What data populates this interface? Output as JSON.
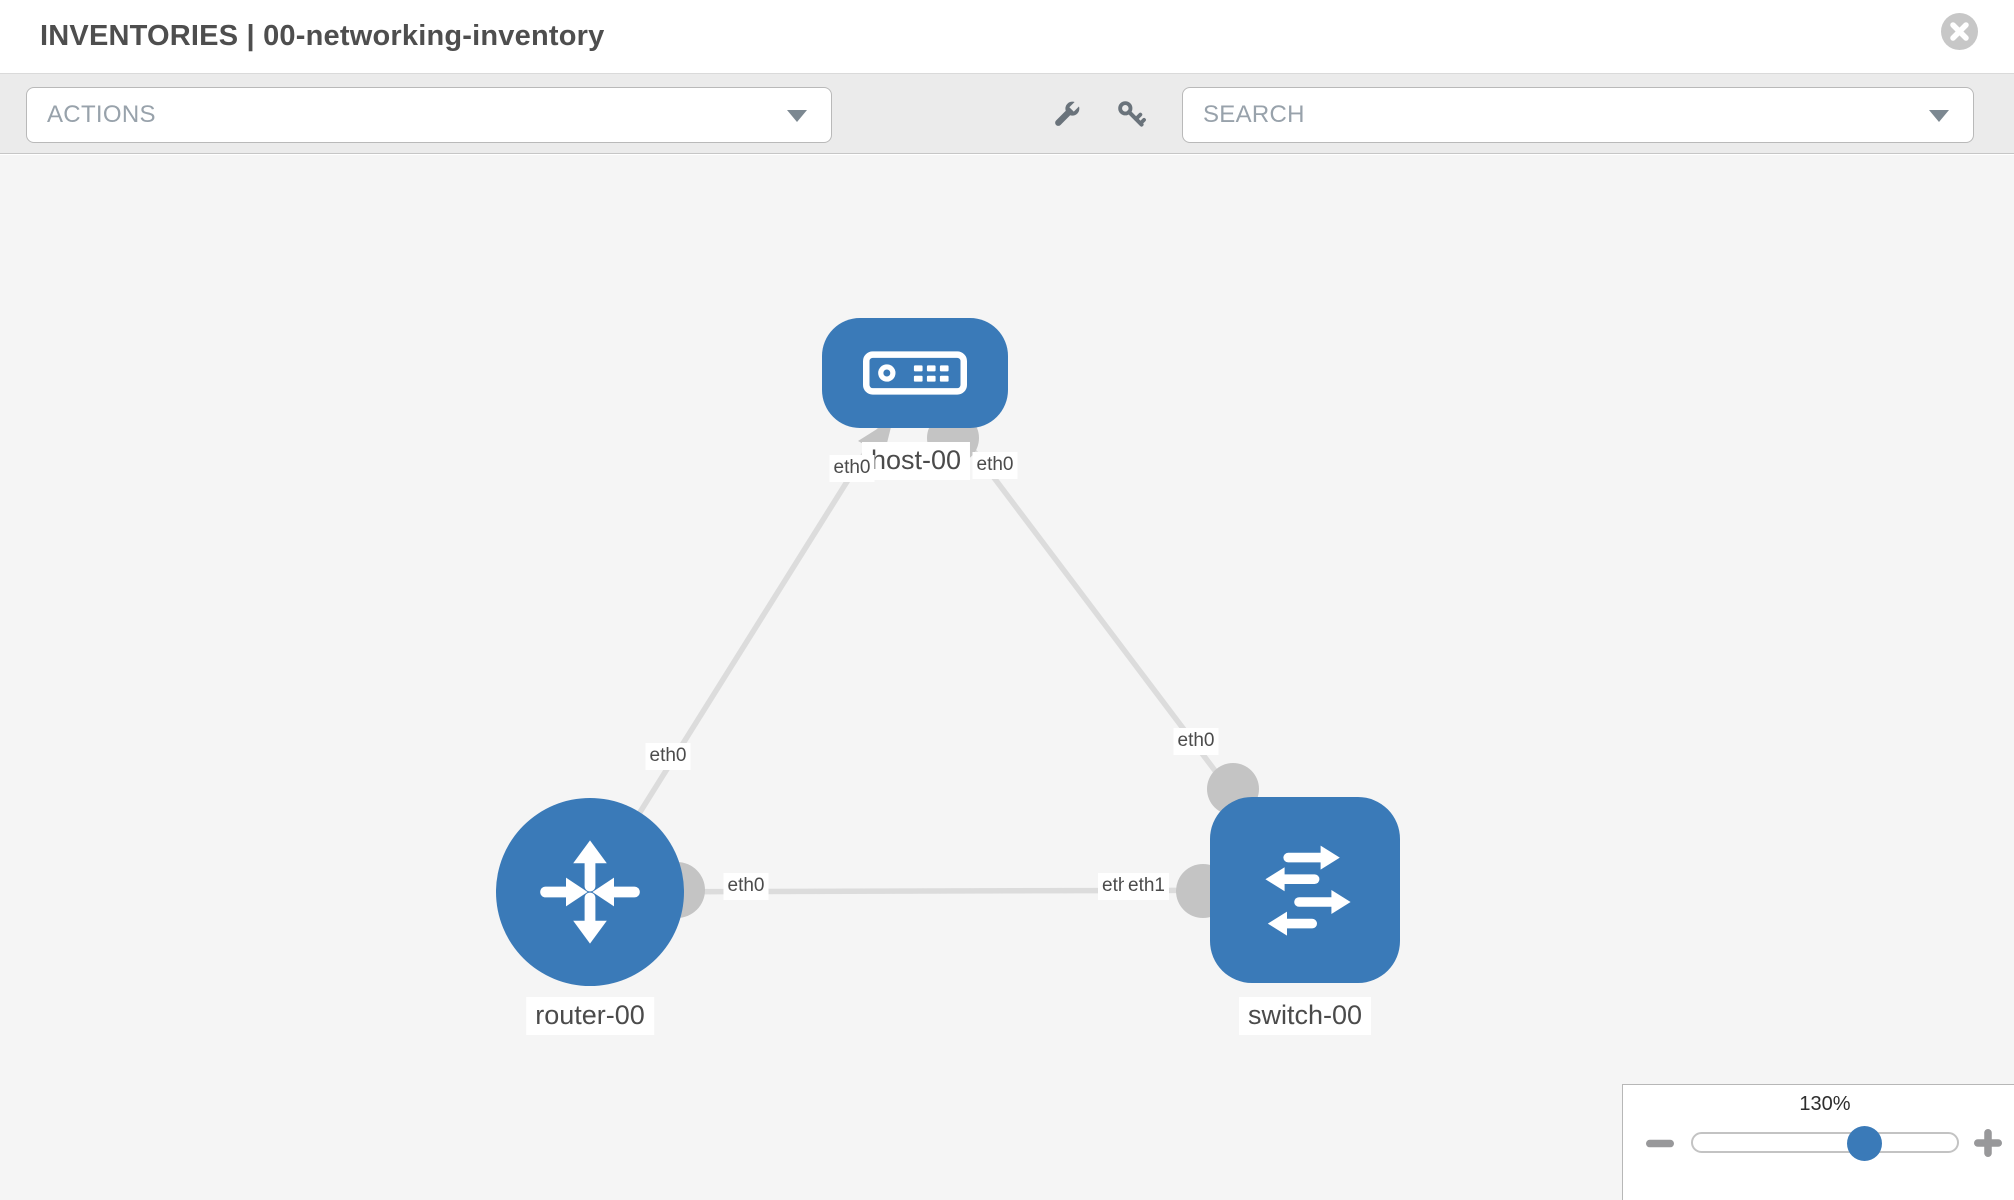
{
  "header": {
    "title": "INVENTORIES | 00-networking-inventory"
  },
  "toolbar": {
    "actions_label": "ACTIONS",
    "search_label": "SEARCH"
  },
  "icons": {
    "close": "circle-x",
    "wrench": "wrench",
    "key": "key",
    "actions_caret": "caret-down",
    "search_caret": "caret-down",
    "zoom_out": "minus",
    "zoom_in": "plus"
  },
  "topology": {
    "nodes": [
      {
        "id": "host-00",
        "label": "host-00",
        "type": "host"
      },
      {
        "id": "router-00",
        "label": "router-00",
        "type": "router"
      },
      {
        "id": "switch-00",
        "label": "switch-00",
        "type": "switch"
      }
    ],
    "links": [
      {
        "source": "host-00",
        "target": "router-00",
        "source_interface": "eth0",
        "target_interface": "eth0"
      },
      {
        "source": "host-00",
        "target": "switch-00",
        "source_interface": "eth0",
        "target_interface": "eth0"
      },
      {
        "source": "router-00",
        "target": "switch-00",
        "source_interface": "eth0",
        "target_interface": "eth1"
      }
    ],
    "overlap_back_label": "eth0"
  },
  "zoom_control": {
    "value": "130%",
    "percent": 65
  },
  "colors": {
    "node_blue": "#3a7ab8",
    "edge_gray": "#dcdcdc",
    "endpoint_gray": "#c4c4c4",
    "icon_gray": "#6a737b",
    "accent": "#3a7ab8"
  }
}
